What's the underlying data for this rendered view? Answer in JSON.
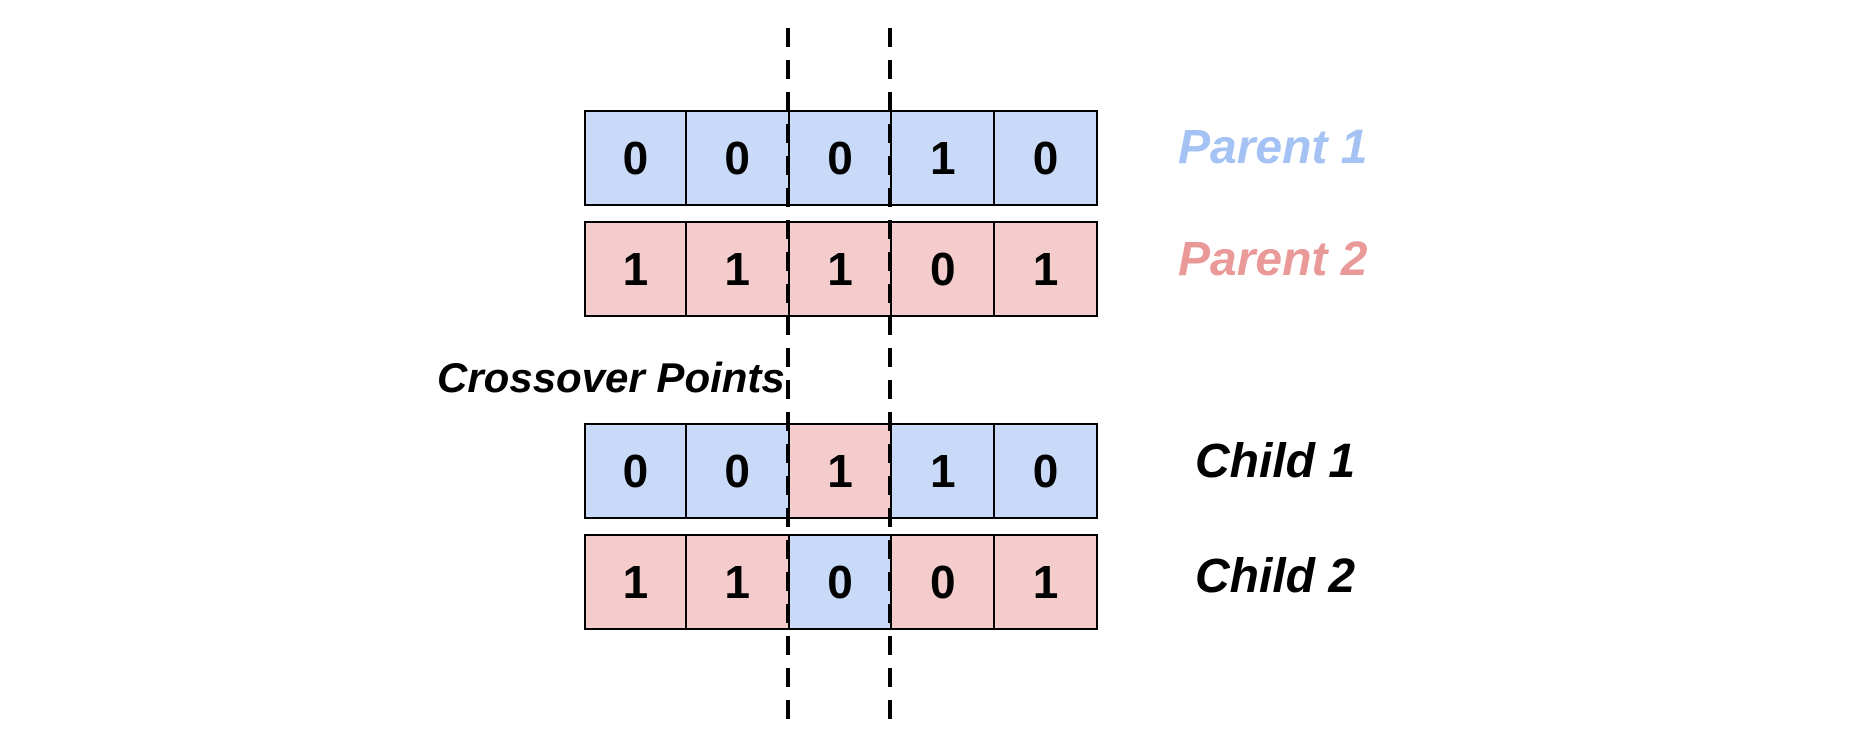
{
  "diagram": {
    "type": "genetic-algorithm-two-point-crossover",
    "crossover_label": "Crossover Points",
    "crossover_points": {
      "count": 2,
      "between_gene_indices": [
        [
          1,
          2
        ],
        [
          2,
          3
        ]
      ]
    }
  },
  "colors": {
    "blue": "#c9daf8",
    "pink": "#f4cccc",
    "label_blue": "#a4c2f4",
    "label_red": "#ea9999",
    "border": "#000000",
    "dashed_line": "#000000",
    "background": "#ffffff"
  },
  "rows": [
    {
      "id": "parent1",
      "label": "Parent 1",
      "label_color": "#a4c2f4",
      "genes": [
        "0",
        "0",
        "0",
        "1",
        "0"
      ],
      "cell_colors": [
        "blue",
        "blue",
        "blue",
        "blue",
        "blue"
      ]
    },
    {
      "id": "parent2",
      "label": "Parent 2",
      "label_color": "#ea9999",
      "genes": [
        "1",
        "1",
        "1",
        "0",
        "1"
      ],
      "cell_colors": [
        "pink",
        "pink",
        "pink",
        "pink",
        "pink"
      ]
    },
    {
      "id": "child1",
      "label": "Child 1",
      "label_color": "#000000",
      "genes": [
        "0",
        "0",
        "1",
        "1",
        "0"
      ],
      "cell_colors": [
        "blue",
        "blue",
        "pink",
        "blue",
        "blue"
      ]
    },
    {
      "id": "child2",
      "label": "Child 2",
      "label_color": "#000000",
      "genes": [
        "1",
        "1",
        "0",
        "0",
        "1"
      ],
      "cell_colors": [
        "pink",
        "pink",
        "blue",
        "pink",
        "pink"
      ]
    }
  ]
}
